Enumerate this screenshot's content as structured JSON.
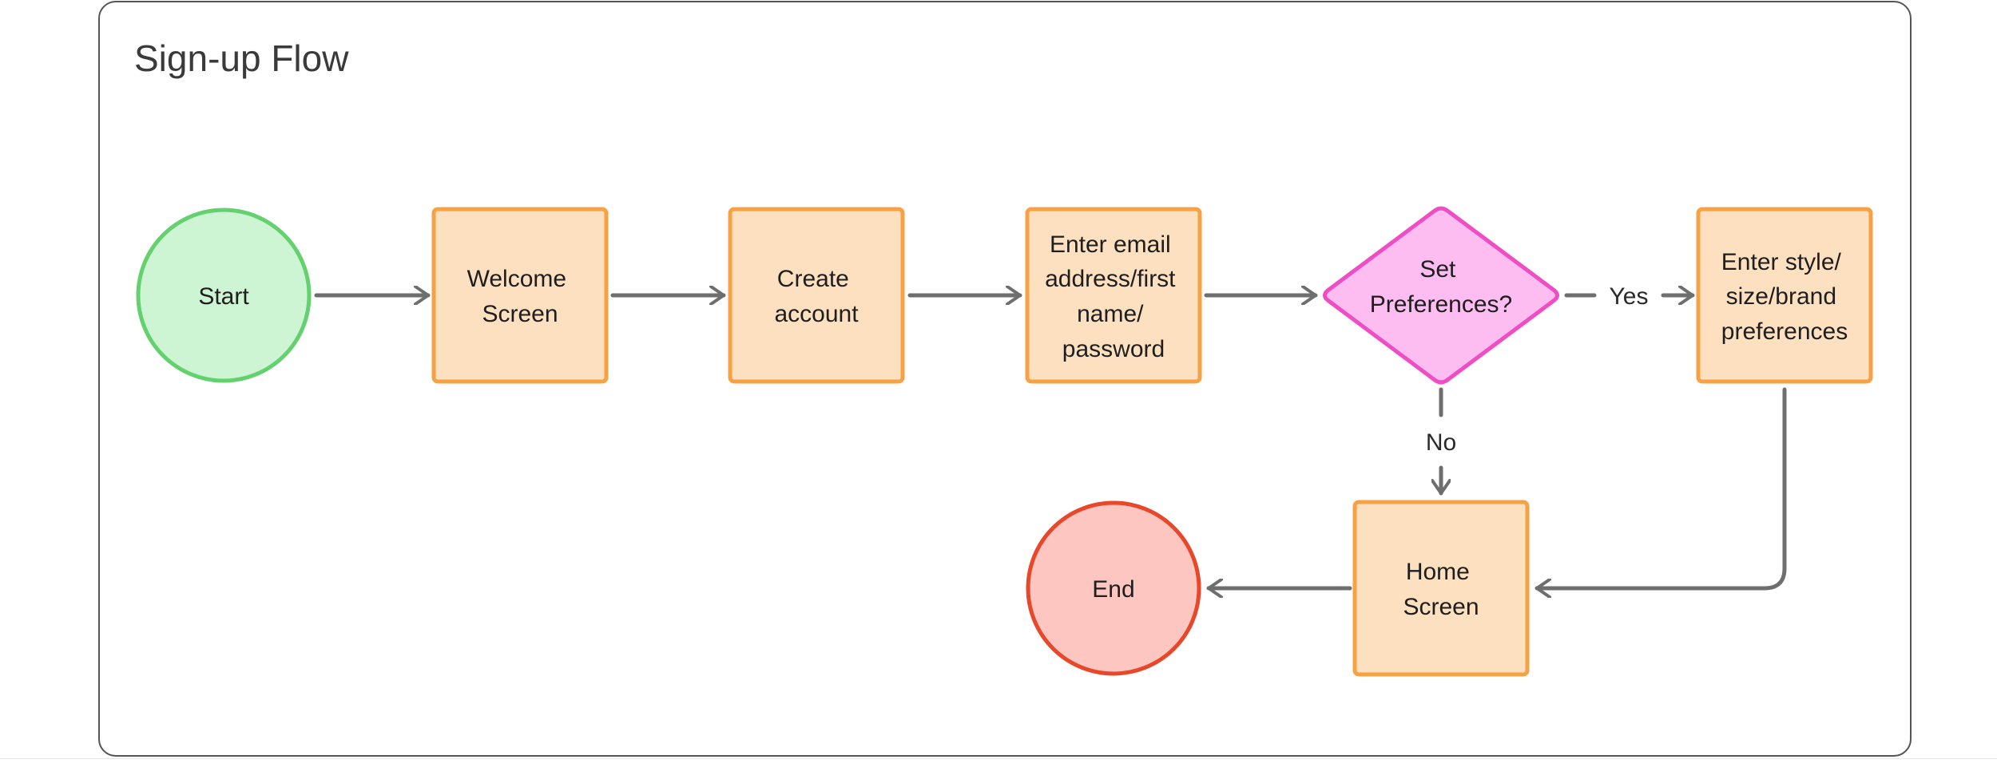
{
  "diagram": {
    "title": "Sign-up Flow",
    "nodes": {
      "start": {
        "lines": [
          "Start"
        ]
      },
      "welcome": {
        "lines": [
          "Welcome",
          "Screen"
        ]
      },
      "create": {
        "lines": [
          "Create",
          "account"
        ]
      },
      "enter_email": {
        "lines": [
          "Enter email",
          "address/first",
          "name/",
          "password"
        ]
      },
      "set_prefs": {
        "lines": [
          "Set",
          "Preferences?"
        ]
      },
      "enter_style": {
        "lines": [
          "Enter style/",
          "size/brand",
          "preferences"
        ]
      },
      "home": {
        "lines": [
          "Home",
          "Screen"
        ]
      },
      "end": {
        "lines": [
          "End"
        ]
      }
    },
    "edge_labels": {
      "yes": "Yes",
      "no": "No"
    },
    "colors": {
      "start_fill": "#cdf5d3",
      "start_stroke": "#62d16e",
      "process_fill": "#fde0c0",
      "process_stroke": "#f7a145",
      "decision_fill": "#fdbdf0",
      "decision_stroke": "#ee4dc3",
      "end_fill": "#fdc6c1",
      "end_stroke": "#e8472a",
      "arrow": "#6e6e6e"
    }
  }
}
